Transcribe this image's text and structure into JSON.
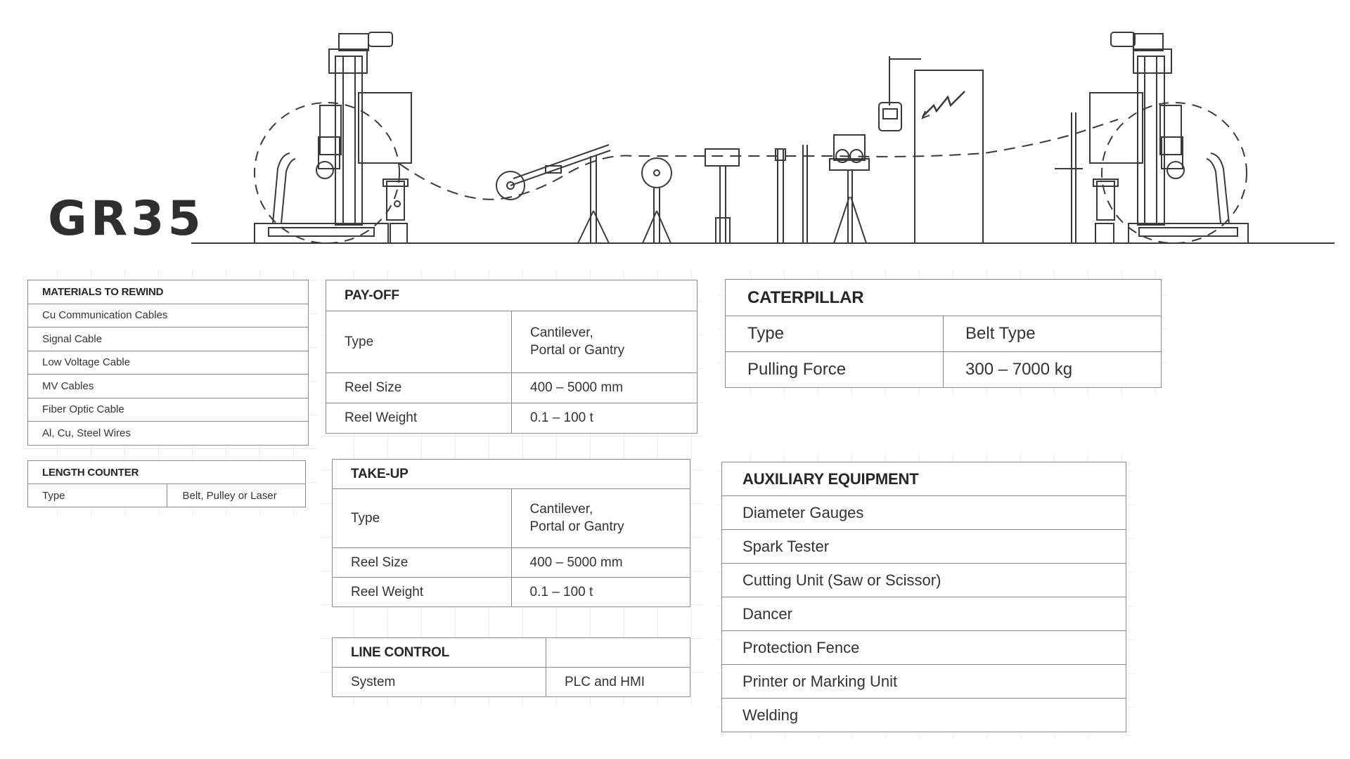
{
  "model_title": "GR35",
  "materials": {
    "heading": "MATERIALS TO REWIND",
    "items": [
      "Cu Communication Cables",
      "Signal Cable",
      "Low Voltage Cable",
      "MV Cables",
      "Fiber Optic Cable",
      "Al, Cu, Steel Wires"
    ]
  },
  "length_counter": {
    "heading": "LENGTH COUNTER",
    "rows": [
      {
        "label": "Type",
        "value": "Belt, Pulley or Laser"
      }
    ]
  },
  "pay_off": {
    "heading": "PAY-OFF",
    "rows": [
      {
        "label": "Type",
        "value": "Cantilever,\nPortal or Gantry"
      },
      {
        "label": "Reel Size",
        "value": "400 – 5000 mm"
      },
      {
        "label": "Reel Weight",
        "value": "0.1 – 100 t"
      }
    ]
  },
  "take_up": {
    "heading": "TAKE-UP",
    "rows": [
      {
        "label": "Type",
        "value": "Cantilever,\nPortal or Gantry"
      },
      {
        "label": "Reel Size",
        "value": "400 – 5000 mm"
      },
      {
        "label": "Reel Weight",
        "value": "0.1 – 100 t"
      }
    ]
  },
  "line_control": {
    "heading": "LINE CONTROL",
    "rows": [
      {
        "label": "System",
        "value": "PLC and HMI"
      }
    ]
  },
  "caterpillar": {
    "heading": "CATERPILLAR",
    "rows": [
      {
        "label": "Type",
        "value": "Belt Type"
      },
      {
        "label": "Pulling Force",
        "value": "300 – 7000 kg"
      }
    ]
  },
  "auxiliary": {
    "heading": "AUXILIARY EQUIPMENT",
    "items": [
      "Diameter Gauges",
      "Spark Tester",
      "Cutting Unit (Saw or Scissor)",
      "Dancer",
      "Protection Fence",
      "Printer or Marking Unit",
      "Welding"
    ]
  },
  "colors": {
    "line": "#3a3a3a",
    "border": "#8a8a8a",
    "grid": "#ececec",
    "text": "#2a2a2a"
  }
}
